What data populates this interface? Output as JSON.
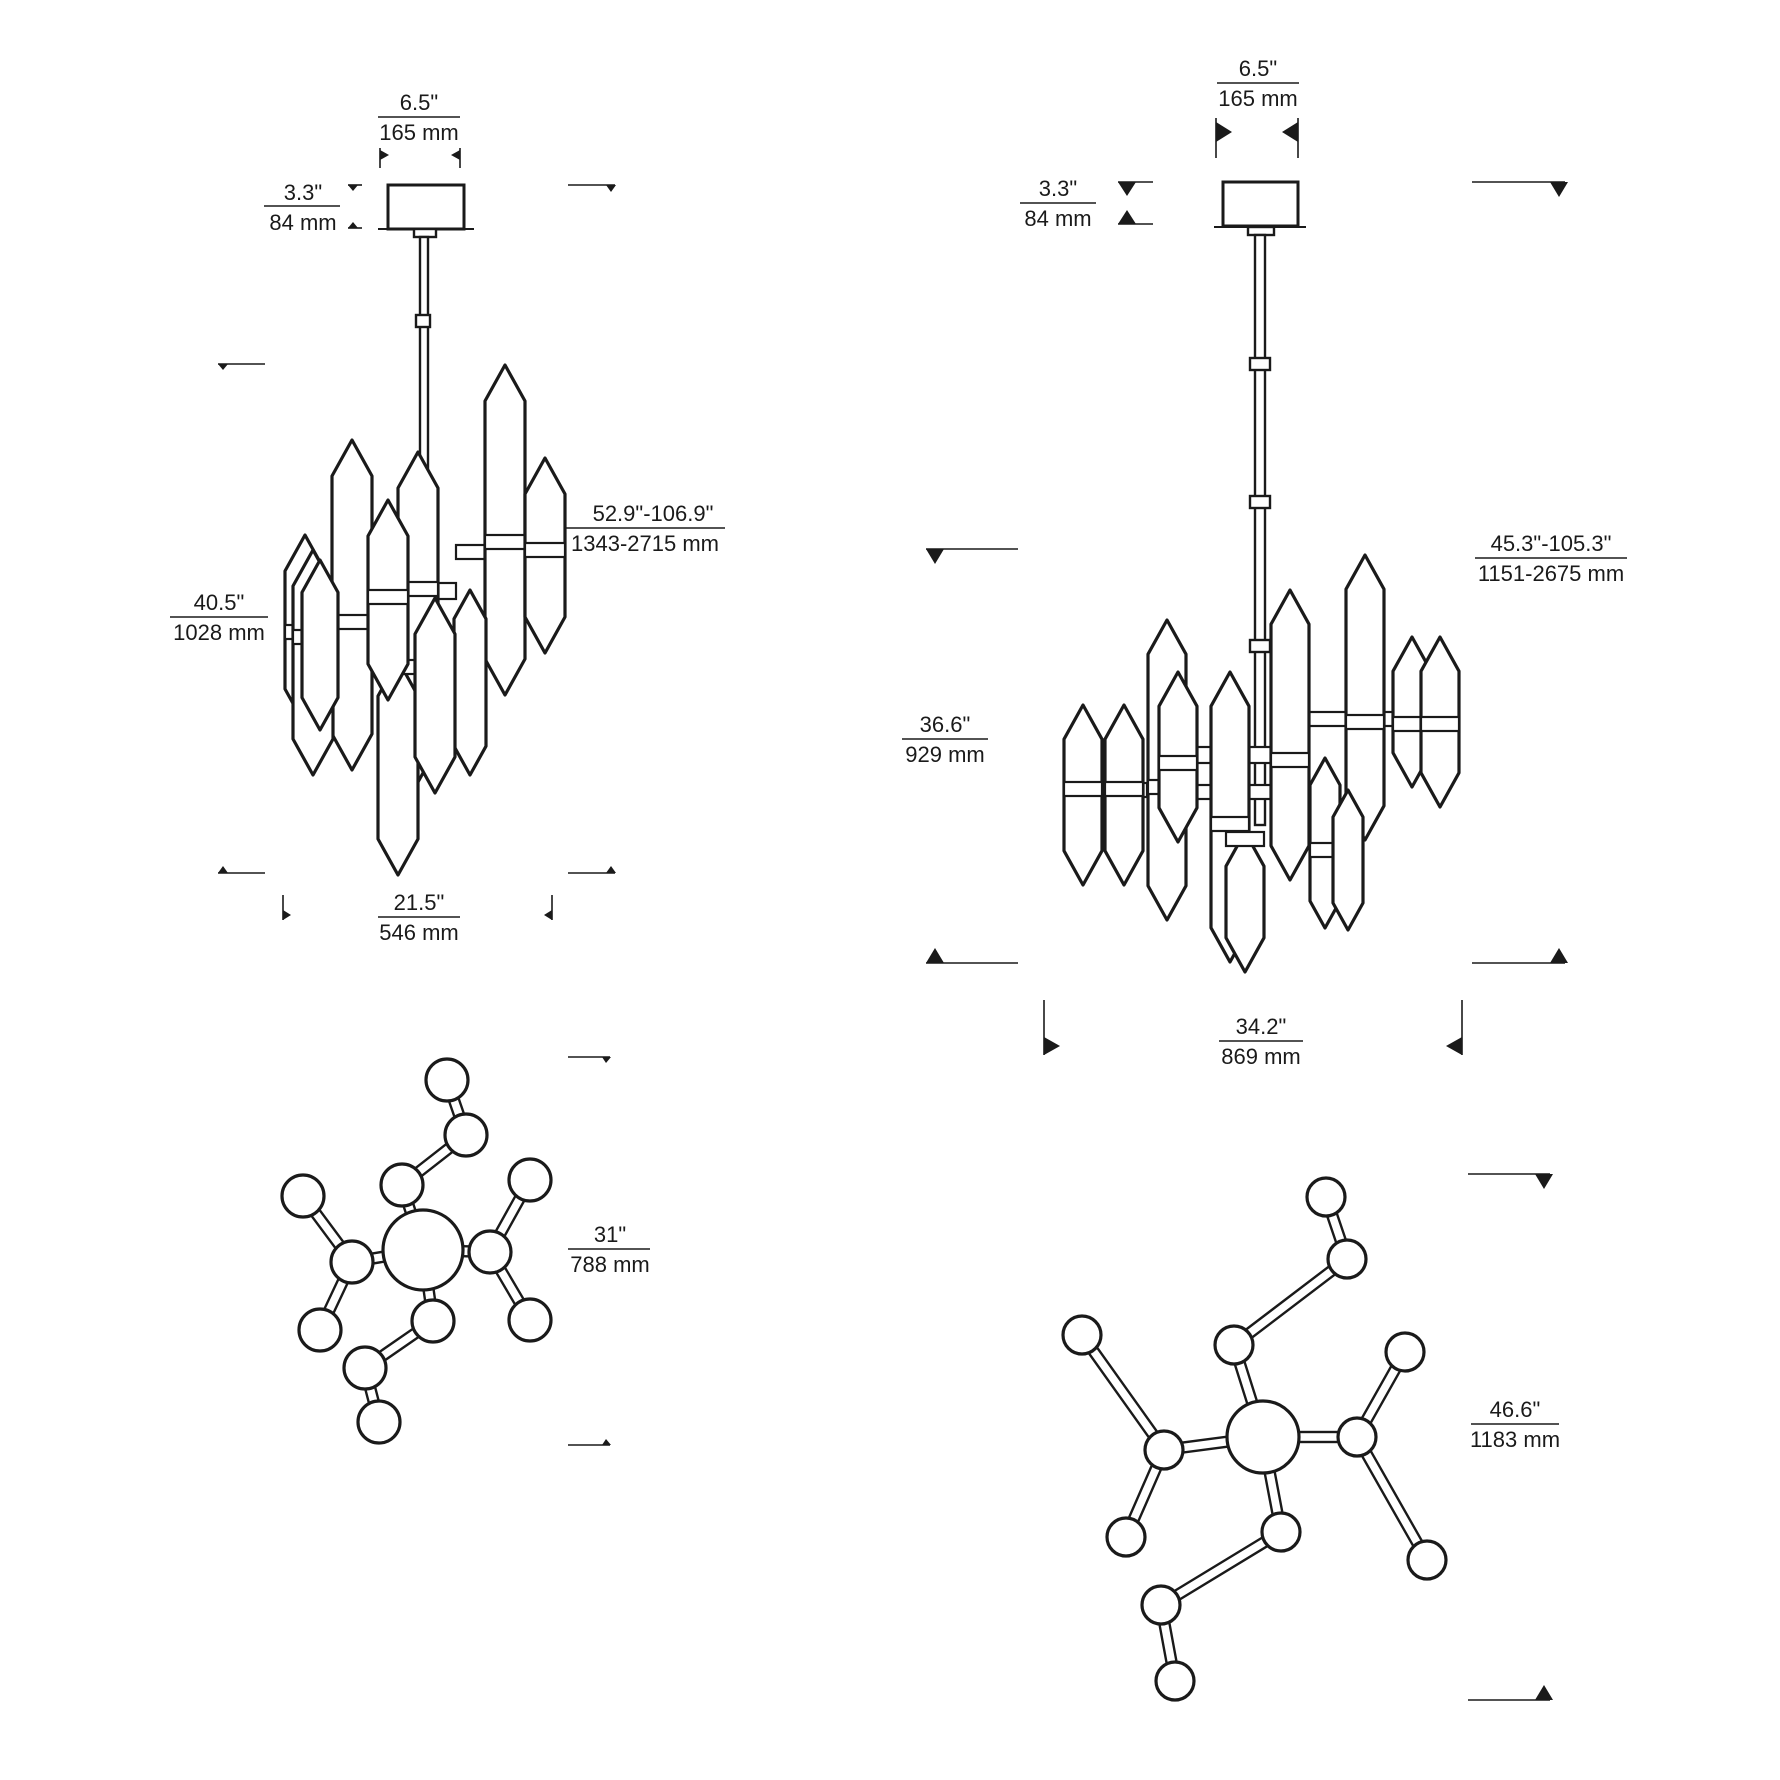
{
  "small_fixture": {
    "canopy_width": {
      "imperial": "6.5\"",
      "metric": "165 mm"
    },
    "canopy_height": {
      "imperial": "3.3\"",
      "metric": "84 mm"
    },
    "overall_height": {
      "imperial": "52.9\"-106.9\"",
      "metric": "1343-2715 mm"
    },
    "fixture_height": {
      "imperial": "40.5\"",
      "metric": "1028 mm"
    },
    "width": {
      "imperial": "21.5\"",
      "metric": "546 mm"
    },
    "depth": {
      "imperial": "31\"",
      "metric": "788 mm"
    }
  },
  "large_fixture": {
    "canopy_width": {
      "imperial": "6.5\"",
      "metric": "165 mm"
    },
    "canopy_height": {
      "imperial": "3.3\"",
      "metric": "84 mm"
    },
    "overall_height": {
      "imperial": "45.3\"-105.3\"",
      "metric": "1151-2675 mm"
    },
    "fixture_height": {
      "imperial": "36.6\"",
      "metric": "929 mm"
    },
    "width": {
      "imperial": "34.2\"",
      "metric": "869 mm"
    },
    "depth": {
      "imperial": "46.6\"",
      "metric": "1183 mm"
    }
  }
}
